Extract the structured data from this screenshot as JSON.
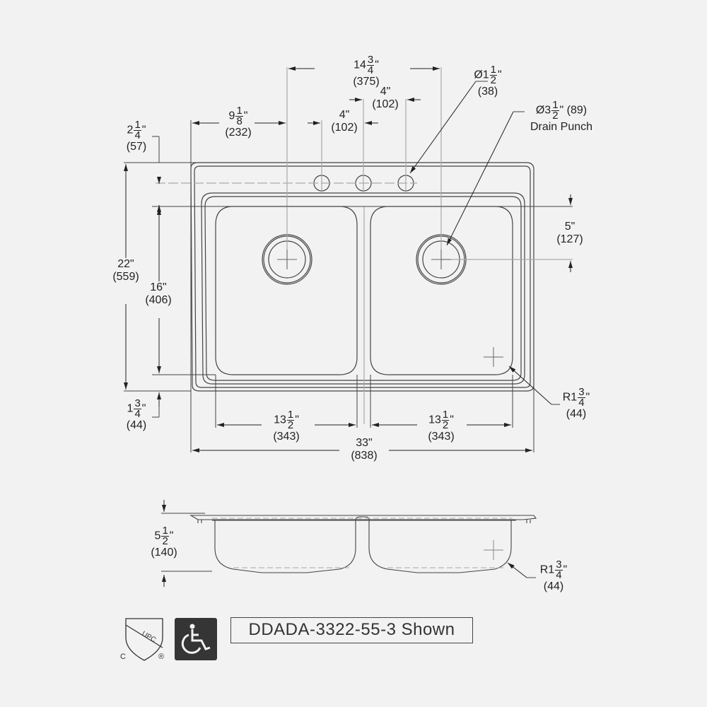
{
  "drawing": {
    "model_label": "DDADA-3322-55-3 Shown",
    "top_view": {
      "dim_14_3_4": {
        "whole": "14",
        "num": "3",
        "den": "4",
        "unit": "\"",
        "metric": "(375)"
      },
      "dim_9_1_8": {
        "whole": "9",
        "num": "1",
        "den": "8",
        "unit": "\"",
        "metric": "(232)"
      },
      "dim_4_a": {
        "text": "4\"",
        "metric": "(102)"
      },
      "dim_4_b": {
        "text": "4\"",
        "metric": "(102)"
      },
      "faucet_hole": {
        "prefix": "Ø1",
        "num": "1",
        "den": "2",
        "unit": "\"",
        "metric": "(38)"
      },
      "drain_punch": {
        "prefix": "Ø3",
        "num": "1",
        "den": "2",
        "unit": "\" (89)",
        "note": "Drain Punch"
      },
      "dim_2_1_4": {
        "whole": "2",
        "num": "1",
        "den": "4",
        "unit": "\"",
        "metric": "(57)"
      },
      "dim_22": {
        "text": "22\"",
        "metric": "(559)"
      },
      "dim_16": {
        "text": "16\"",
        "metric": "(406)"
      },
      "dim_1_3_4": {
        "whole": "1",
        "num": "3",
        "den": "4",
        "unit": "\"",
        "metric": "(44)"
      },
      "dim_5": {
        "text": "5\"",
        "metric": "(127)"
      },
      "radius": {
        "prefix": "R1",
        "num": "3",
        "den": "4",
        "unit": "\"",
        "metric": "(44)"
      },
      "bowl_left_width": {
        "whole": "13",
        "num": "1",
        "den": "2",
        "unit": "\"",
        "metric": "(343)"
      },
      "bowl_right_width": {
        "whole": "13",
        "num": "1",
        "den": "2",
        "unit": "\"",
        "metric": "(343)"
      },
      "overall_width": {
        "text": "33\"",
        "metric": "(838)"
      }
    },
    "side_view": {
      "depth": {
        "whole": "5",
        "num": "1",
        "den": "2",
        "unit": "\"",
        "metric": "(140)"
      },
      "radius": {
        "prefix": "R1",
        "num": "3",
        "den": "4",
        "unit": "\"",
        "metric": "(44)"
      }
    },
    "badges": {
      "upc_text": "UPC",
      "upc_c": "C",
      "upc_reg": "®"
    }
  },
  "colors": {
    "background": "#f2f2f2",
    "line": "#444444",
    "center_line": "#aaaaaa",
    "ada_bg": "#353535"
  }
}
